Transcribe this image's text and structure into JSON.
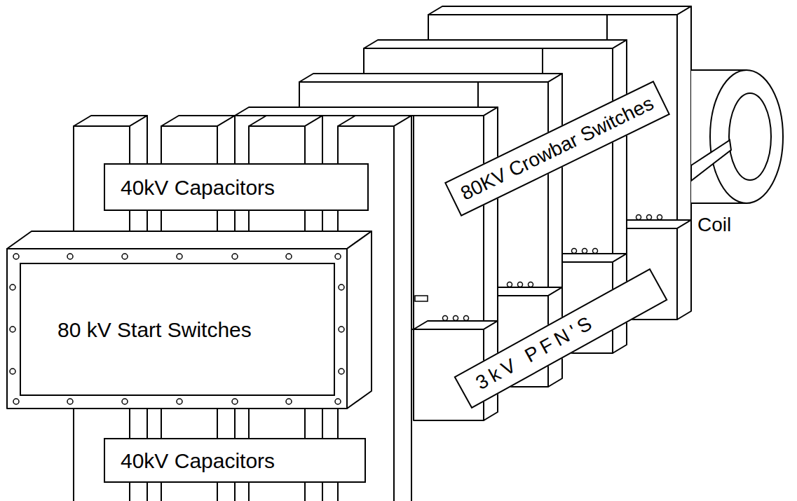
{
  "diagram": {
    "nodes": [
      {
        "text": [
          "80KV Crowbar Switches"
        ]
      },
      {
        "text": [
          "40kV Capacitors"
        ]
      },
      {
        "text": [
          "80 kV Start Switches"
        ]
      },
      {
        "text": [
          "3kV PFN'S"
        ]
      },
      {
        "text": [
          "40kV Capacitors"
        ]
      }
    ],
    "labels": [
      "Coil"
    ]
  }
}
